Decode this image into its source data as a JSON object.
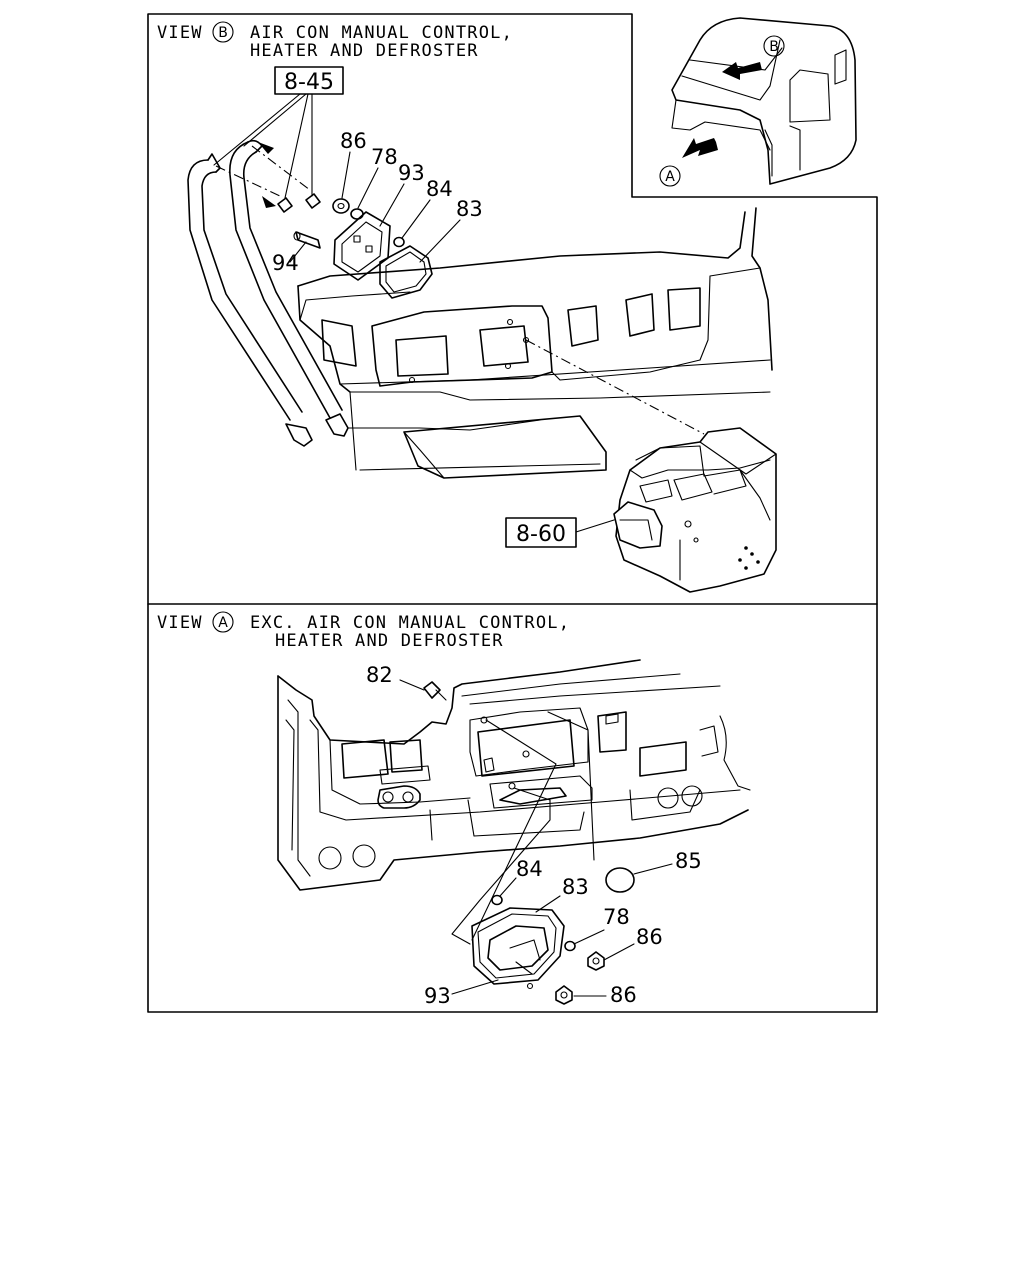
{
  "view_b": {
    "view_word": "VIEW",
    "letter": "B",
    "title_line1": "AIR CON MANUAL CONTROL,",
    "title_line2": "HEATER AND DEFROSTER",
    "ref_top": "8-45",
    "ref_bottom": "8-60",
    "callouts": [
      "86",
      "78",
      "93",
      "84",
      "83",
      "94"
    ]
  },
  "view_a": {
    "view_word": "VIEW",
    "letter": "A",
    "title_line1": "EXC. AIR CON MANUAL CONTROL,",
    "title_line2": "HEATER AND DEFROSTER",
    "callouts": [
      "82",
      "84",
      "83",
      "85",
      "78",
      "86",
      "93",
      "86"
    ]
  },
  "inset": {
    "marker_a": "A",
    "marker_b": "B"
  }
}
